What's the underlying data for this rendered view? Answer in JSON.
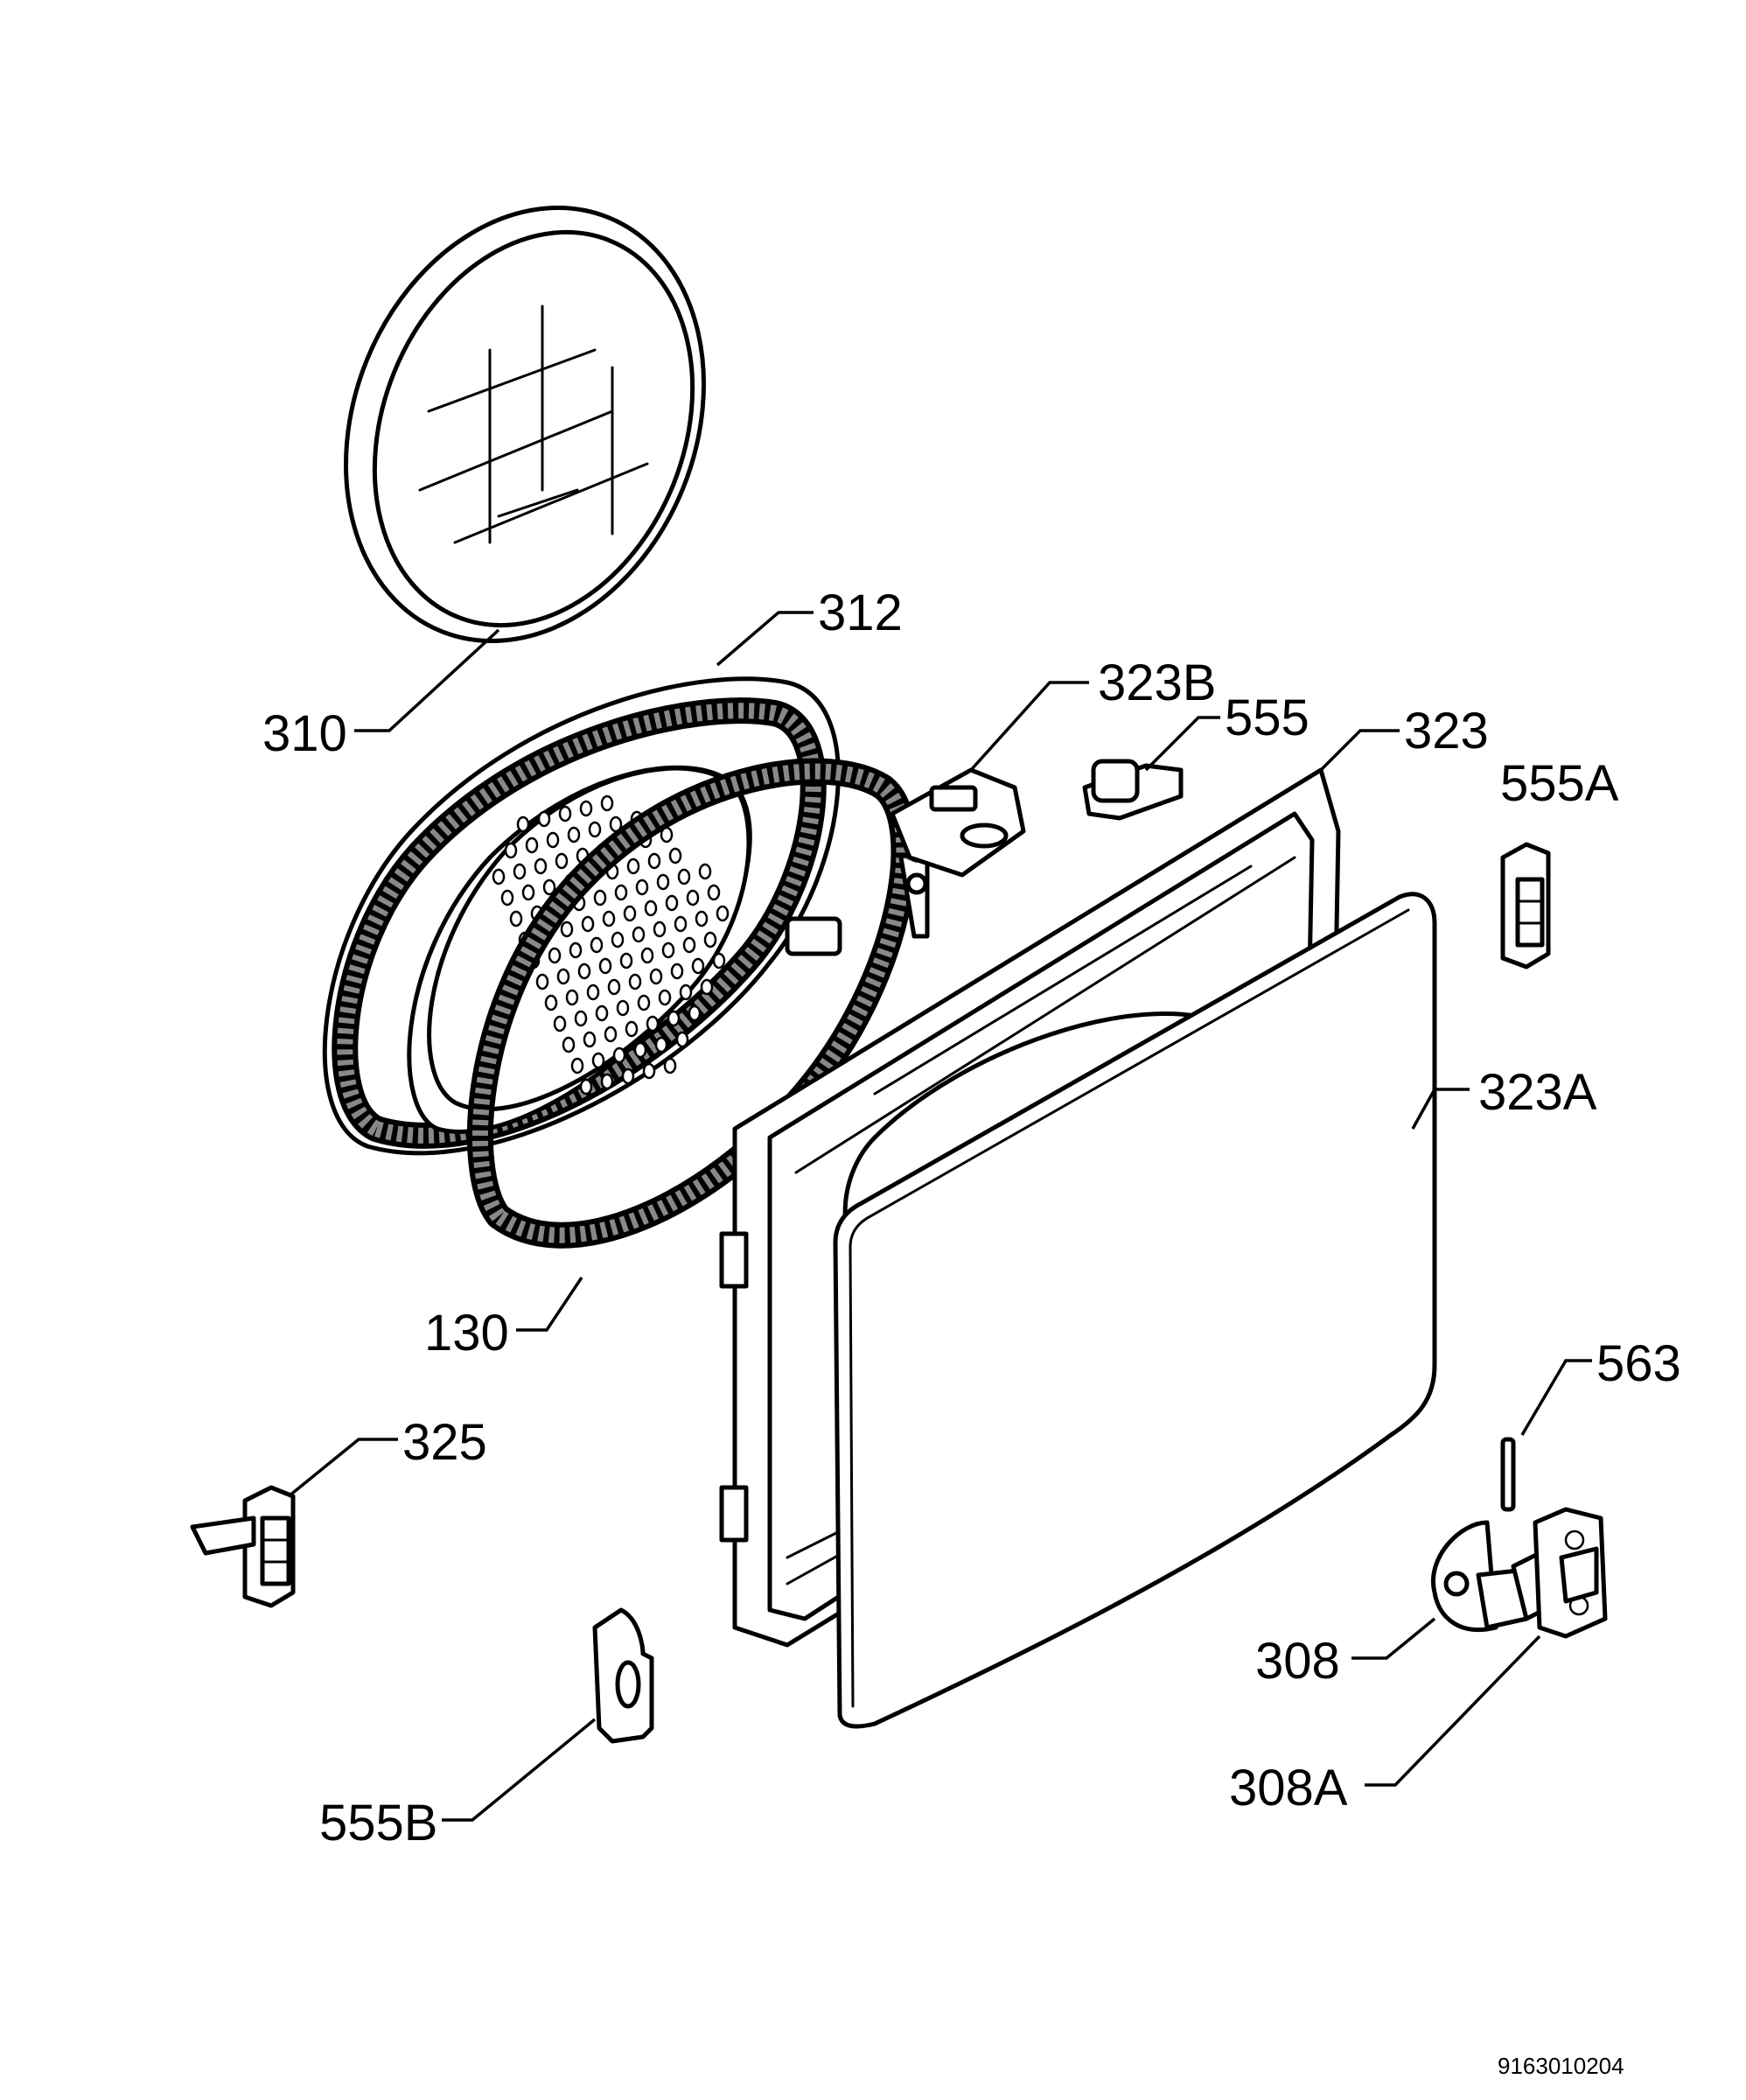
{
  "diagram": {
    "callouts": {
      "c310": "310",
      "c312": "312",
      "c323B": "323B",
      "c555": "555",
      "c323": "323",
      "c555A": "555A",
      "c323A": "323A",
      "c130": "130",
      "c563": "563",
      "c325": "325",
      "c308": "308",
      "c308A": "308A",
      "c555B": "555B"
    },
    "doc_id": "9163010204"
  }
}
